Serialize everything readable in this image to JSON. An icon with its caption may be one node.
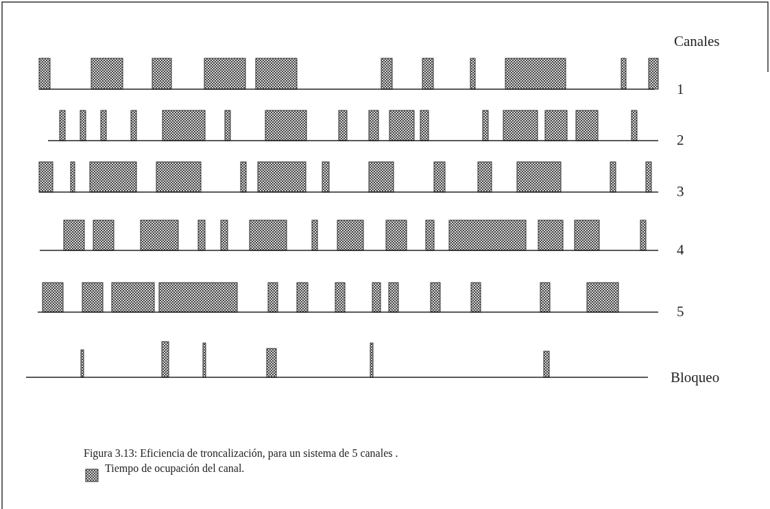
{
  "diagram": {
    "caption": "Figura 3.13: Eficiencia de troncalización, para un sistema de 5 canales .",
    "labels": [
      "Canales",
      "1",
      "2",
      "3",
      "4",
      "5",
      "Bloqueo"
    ],
    "legend": [
      {
        "text": "Tiempo de ocupación del canal."
      }
    ]
  }
}
